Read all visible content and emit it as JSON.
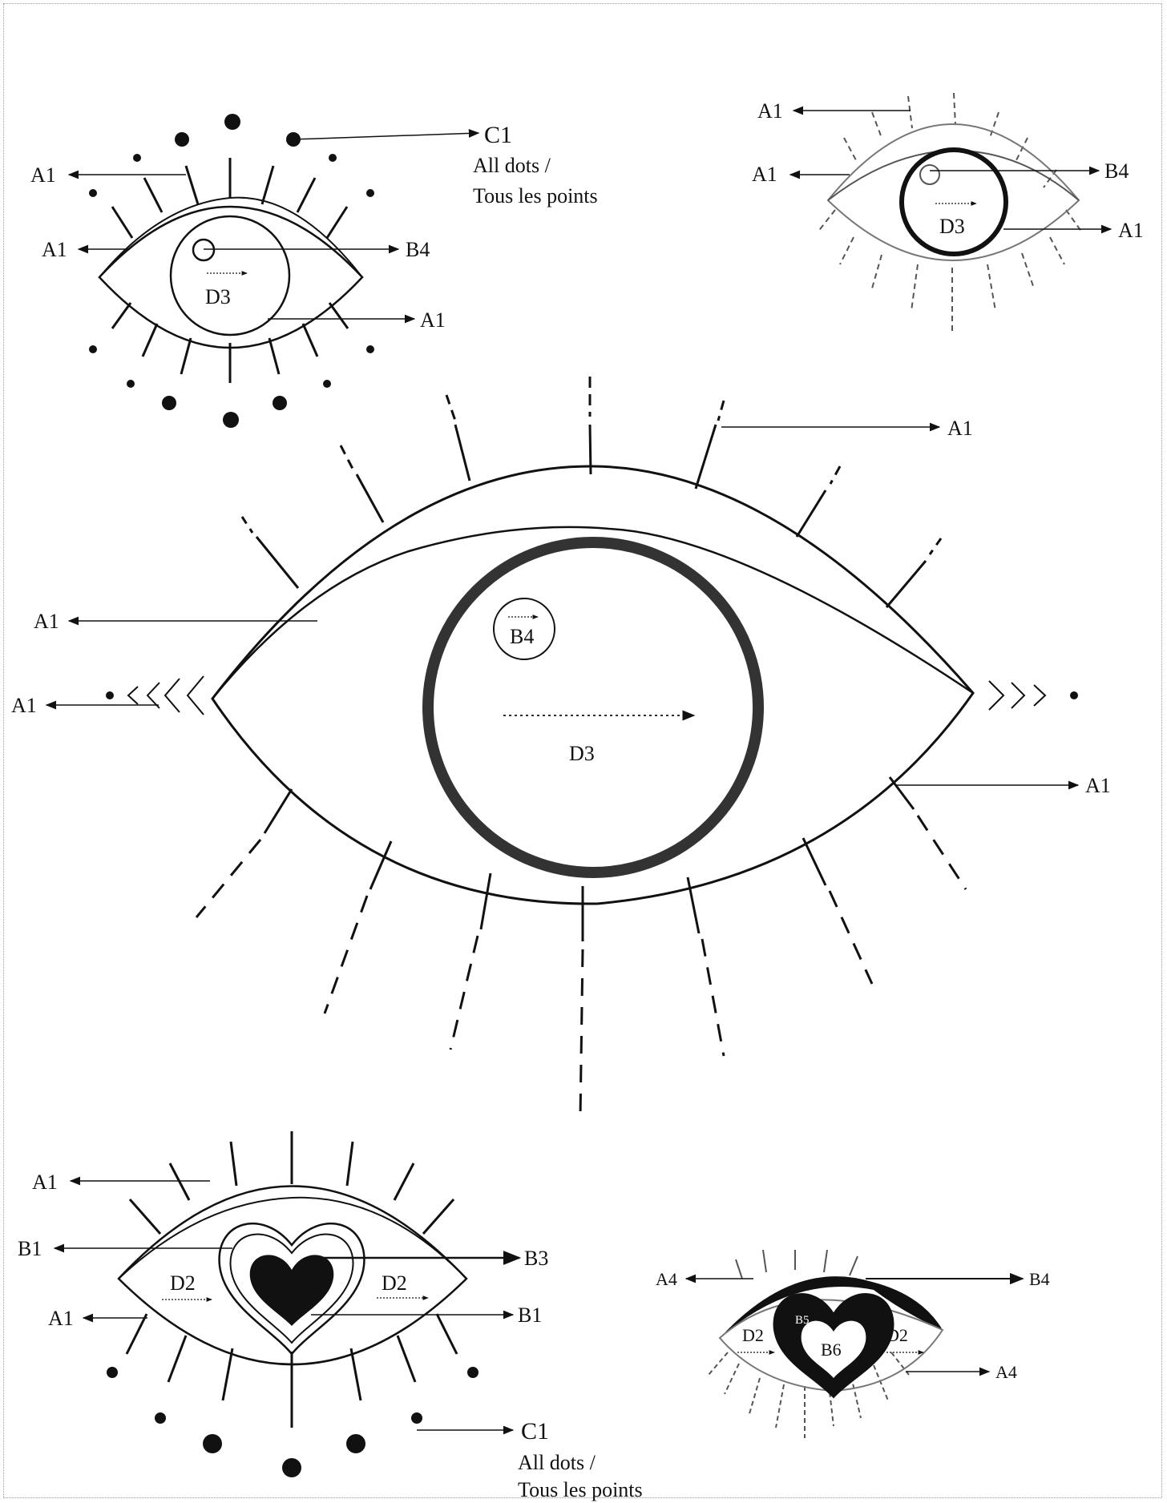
{
  "title": "",
  "labels": {
    "a1": "A1",
    "a4": "A4",
    "b1": "B1",
    "b3": "B3",
    "b4": "B4",
    "b5": "B5",
    "b6": "B6",
    "c1": "C1",
    "d2": "D2",
    "d3": "D3",
    "all_dots_line1": "All dots /",
    "all_dots_line2": "Tous les points"
  },
  "colors": {
    "ink": "#111111",
    "pupil_ring": "#333333",
    "frame": "#9a9a9a"
  },
  "diagrams": [
    {
      "id": "eye-top-left",
      "motif": "eye with dots"
    },
    {
      "id": "eye-top-right",
      "motif": "eye with dashed lashes"
    },
    {
      "id": "eye-center",
      "motif": "large eye"
    },
    {
      "id": "eye-bottom-left",
      "motif": "eye with heart pupil and dots"
    },
    {
      "id": "eye-bottom-right",
      "motif": "eye with heart pupil and bold lid"
    }
  ]
}
